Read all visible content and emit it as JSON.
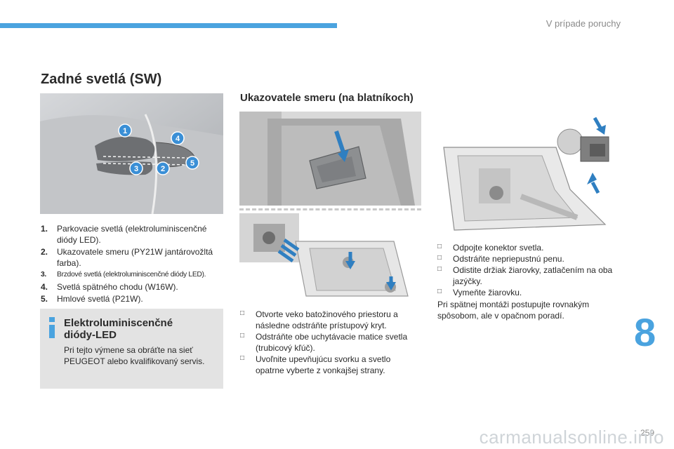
{
  "header": {
    "title": "V prípade poruchy"
  },
  "main_title": "Zadné svetlá (SW)",
  "section_title": "Ukazovatele smeru (na blatníkoch)",
  "car_image": {
    "callouts": [
      "1",
      "4",
      "3",
      "2",
      "5"
    ]
  },
  "numbered_list": [
    {
      "num": "1.",
      "text": "Parkovacie svetlá (elektroluminiscenčné diódy LED)."
    },
    {
      "num": "2.",
      "text": "Ukazovatele smeru (PY21W jantárovožltá farba)."
    },
    {
      "num": "3.",
      "text": "Brzdové svetlá (elektroluminiscenčné diódy LED)."
    },
    {
      "num": "4.",
      "text": "Svetlá spätného chodu (W16W)."
    },
    {
      "num": "5.",
      "text": "Hmlové svetlá (P21W)."
    }
  ],
  "info": {
    "icon": "info-icon",
    "title": "Elektroluminiscenčné diódy-LED",
    "text": "Pri tejto výmene sa obráťte na sieť PEUGEOT alebo kvalifikovaný servis."
  },
  "middle_steps": [
    "Otvorte veko batožinového priestoru a následne odstráňte prístupový kryt.",
    "Odstráňte obe uchytávacie matice svetla (trubicový kľúč).",
    "Uvoľnite upevňujúcu svorku a svetlo opatrne vyberte z vonkajšej strany."
  ],
  "right_steps": [
    "Odpojte konektor svetla.",
    "Odstráňte nepriepustnú penu.",
    "Odistite držiak žiarovky, zatlačením na oba jazýčky.",
    "Vymeňte žiarovku."
  ],
  "right_note": "Pri spätnej montáži postupujte rovnakým spôsobom, ale v opačnom poradí.",
  "chapter_number": "8",
  "page_number": "259",
  "watermark": "carmanualsonline.info",
  "colors": {
    "accent": "#4aa3df",
    "arrow": "#2f7fc1",
    "badge": "#3a8fd6"
  }
}
